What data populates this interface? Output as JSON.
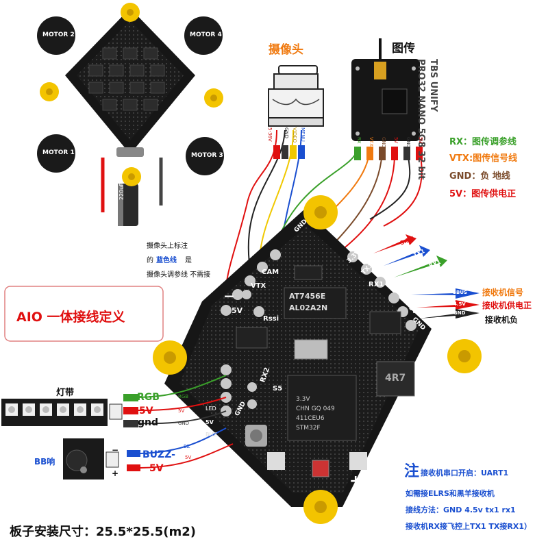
{
  "motors": {
    "m2": "MOTOR 2",
    "m4": "MOTOR 4",
    "m1": "MOTOR 1",
    "m3": "MOTOR 3"
  },
  "camera": {
    "title": "摄像头",
    "pins": [
      "5-36V",
      "GND",
      "VIDEO",
      "MENU"
    ]
  },
  "vtx": {
    "title": "图传",
    "model_line1": "TBS UNIFY",
    "model_line2": "PRO32 NANO 5G8 32 bit",
    "pins": [
      "RX",
      "VTX",
      "GND",
      "5V",
      "GND",
      "5V"
    ]
  },
  "legend": {
    "rx": "RX：图传调参线",
    "vtx": "VTX:图传信号线",
    "gnd": "GND：负 地线",
    "v5": "5V：图传供电正"
  },
  "camera_note": {
    "line1": "摄像头上标注",
    "line2_prefix": "的",
    "line2_blue": "蓝色线",
    "line2_suffix": "是",
    "line3": "摄像头调参线 不需接"
  },
  "aio_title": "AIO 一体接线定义",
  "board": {
    "chip1_l1": "AT7456E",
    "chip1_l2": "AL02A2N",
    "chip2_lines": [
      "STM32F",
      "411CEU6",
      "CHN GQ 049",
      "3.3V"
    ],
    "inductor": "4R7",
    "pads": {
      "v5": "5V",
      "rssi": "Rssi",
      "vtx": "VTX",
      "cam": "CAM",
      "gnd_top": "GND",
      "v33": "3.3V",
      "tx1": "TX1",
      "rx1": "RX1",
      "sbus": "SBUS",
      "v5r": "5V",
      "gnd_r": "GND",
      "rx2": "RX2",
      "s5": "S5",
      "gnd_b": "GND",
      "v5b": "5V",
      "led": "LED",
      "buz": "BUZ"
    },
    "minus_sign": "−",
    "plus_sign": "+"
  },
  "receiver": {
    "w33": "3.3V",
    "wtx1": "TX1",
    "wrx1": "RX1",
    "wsbus": "SBUS",
    "w45": "4.5V",
    "wgnd": "GND",
    "signal": "接收机信号",
    "power": "接收机供电正",
    "gnd": "接收机负"
  },
  "ledstrip": {
    "title": "灯带",
    "rgb": "RGB",
    "v5": "5V",
    "gnd": "gnd",
    "small_rgb": "RGB",
    "small_5v": "5V",
    "small_gnd": "GND"
  },
  "buzzer": {
    "label": "BB响",
    "buzz": "BUZZ-",
    "v5": "5V",
    "plus": "+",
    "minus": "−",
    "small_bz": "BZ",
    "small_5v": "5V"
  },
  "note": {
    "zhu": "注",
    "line1": "接收机串口开启：UART1",
    "line2": "如需接ELRS和黑羊接收机",
    "line3": "接线方法：GND 4.5v tx1 rx1",
    "line4": "接收机RX接飞控上TX1  TX接RX1）"
  },
  "mount_size": "板子安装尺寸：25.5*25.5(m2)",
  "capacitor_text": "220uF",
  "colors": {
    "red": "#e01010",
    "orange": "#f07a10",
    "green": "#3aa02a",
    "blue": "#1a4fd0",
    "brown": "#7a4a2a",
    "yellow": "#f3c400",
    "pcb": "#161616"
  }
}
